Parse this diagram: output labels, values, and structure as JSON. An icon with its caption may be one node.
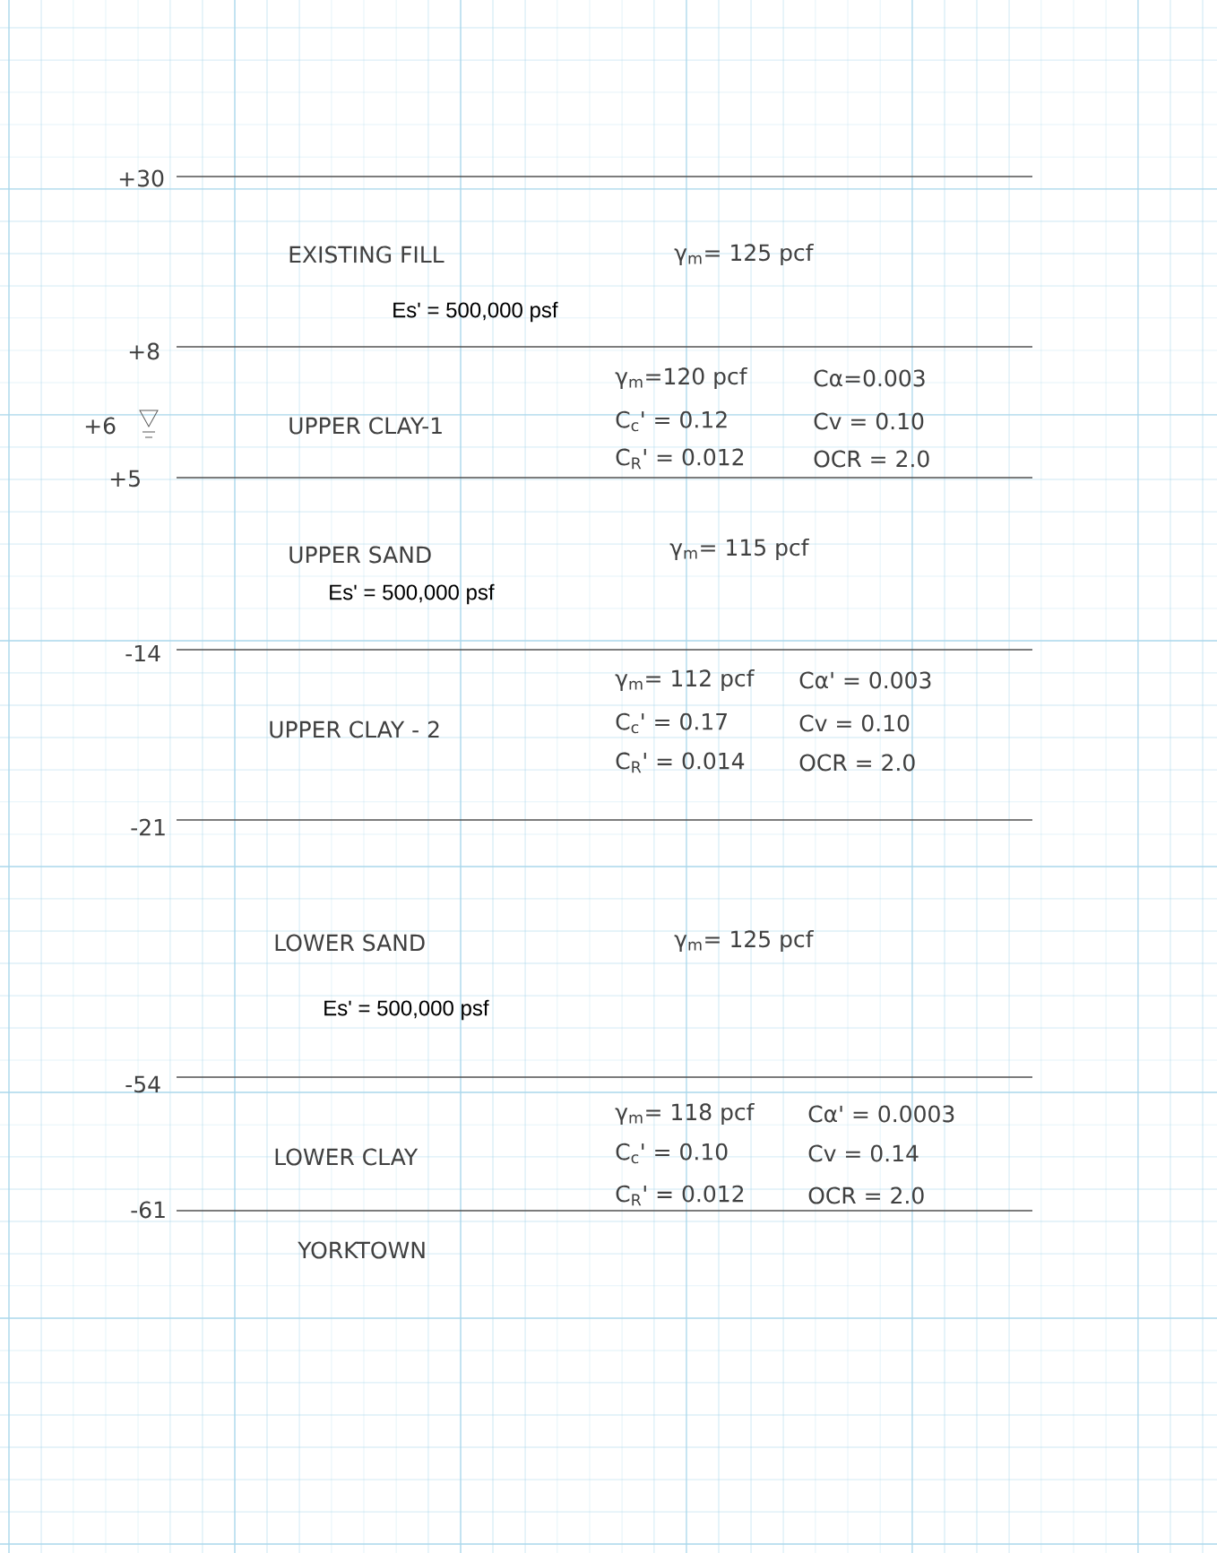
{
  "diagram": {
    "labels": [
      "+30",
      "EXISTING FILL",
      "γ$_{m}$= 125 pcf",
      "Es' = 500,000 psf",
      "+8",
      "γ$_{m}$=120 pcf",
      "Cα=0.003",
      "+6",
      "UPPER CLAY-1",
      "C$_{c}$' = 0.12",
      "Cv = 0.10",
      "C$_{R}$' = 0.012",
      "OCR = 2.0",
      "+5",
      "UPPER SAND",
      "γ$_{m}$= 115 pcf",
      "Es' = 500,000 psf",
      "-14",
      "γ$_{m}$= 112 pcf",
      "Cα' = 0.003",
      "UPPER CLAY - 2",
      "C$_{c}$' = 0.17",
      "Cv = 0.10",
      "C$_{R}$' = 0.014",
      "OCR = 2.0",
      "-21",
      "LOWER SAND",
      "γ$_{m}$= 125 pcf",
      "Es' = 500,000 psf",
      "-54",
      "γ$_{m}$= 118 pcf",
      "Cα' = 0.0003",
      "LOWER CLAY",
      "C$_{c}$' = 0.10",
      "Cv = 0.14",
      "C$_{R}$' = 0.012",
      "OCR = 2.0",
      "-61",
      "YORKTOWN"
    ]
  }
}
